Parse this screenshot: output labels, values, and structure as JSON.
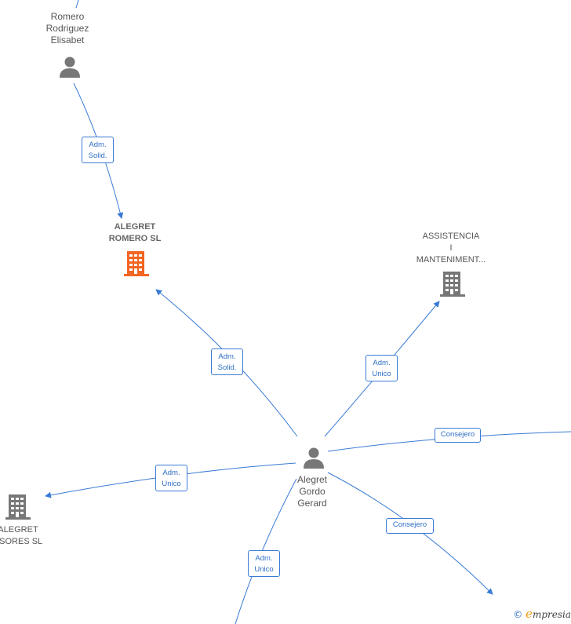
{
  "nodes": {
    "person_top": {
      "label": [
        "Romero",
        "Rodriguez",
        "Elisabet"
      ]
    },
    "person_center": {
      "label": [
        "Alegret",
        "Gordo",
        "Gerard"
      ]
    },
    "company_main": {
      "label": [
        "ALEGRET",
        "ROMERO  SL"
      ],
      "color": "#f26522"
    },
    "company_assist": {
      "label": [
        "ASSISTENCIA",
        "I",
        "MANTENIMENT..."
      ]
    },
    "company_left": {
      "label": [
        "ALEGRET",
        "ESORES SL"
      ]
    }
  },
  "edges": {
    "top_to_main": "Adm.\nSolid.",
    "center_to_main": "Adm.\nSolid.",
    "center_to_assist": "Adm.\nUnico",
    "center_to_left": "Adm.\nUnico",
    "center_to_bottom": "Adm.\nUnico",
    "center_to_right": "Consejero",
    "center_to_bottom_right": "Consejero"
  },
  "watermark": {
    "copyright": "©",
    "brand_initial": "e",
    "brand_rest": "mpresia"
  },
  "colors": {
    "edge": "#3a7bd5",
    "icon_gray": "#777777",
    "highlight": "#f26522"
  }
}
